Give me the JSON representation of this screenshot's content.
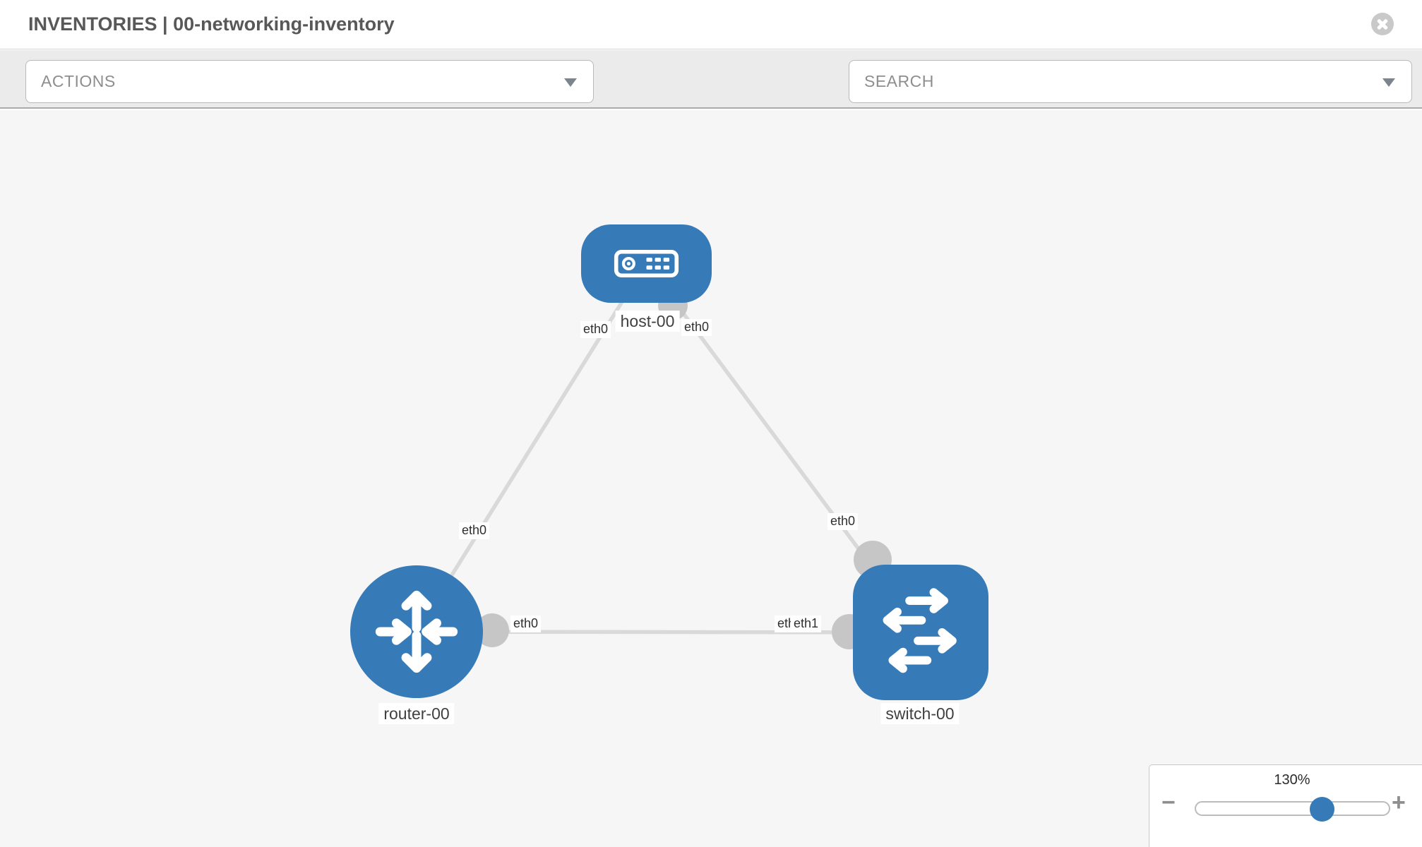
{
  "header": {
    "title": "INVENTORIES | 00-networking-inventory"
  },
  "toolbar": {
    "actions_placeholder": "ACTIONS",
    "search_placeholder": "SEARCH",
    "icons": [
      "wrench-icon",
      "key-icon"
    ]
  },
  "colors": {
    "node_blue": "#377AB8",
    "edge_gray": "#D9D9D9",
    "connector_gray": "#C6C6C6",
    "canvas_bg": "#F6F6F6"
  },
  "topology": {
    "nodes": [
      {
        "id": "host-00",
        "type": "host",
        "label": "host-00"
      },
      {
        "id": "router-00",
        "type": "router",
        "label": "router-00"
      },
      {
        "id": "switch-00",
        "type": "switch",
        "label": "switch-00"
      }
    ],
    "links": [
      {
        "from": "host-00",
        "from_iface": "eth0",
        "to": "router-00",
        "to_iface": "eth0"
      },
      {
        "from": "host-00",
        "from_iface": "eth0",
        "to": "switch-00",
        "to_iface": "eth0"
      },
      {
        "from": "router-00",
        "from_iface": "eth0",
        "to": "switch-00",
        "to_iface": "eth1"
      }
    ],
    "iface_labels": {
      "host_left": "eth0",
      "host_right": "eth0",
      "router_top": "eth0",
      "switch_top": "eth0",
      "router_right": "eth0",
      "switch_left_under": "eth0",
      "switch_left": "eth1"
    }
  },
  "zoom_control": {
    "value": "130%",
    "minus_label": "−",
    "plus_label": "+"
  }
}
